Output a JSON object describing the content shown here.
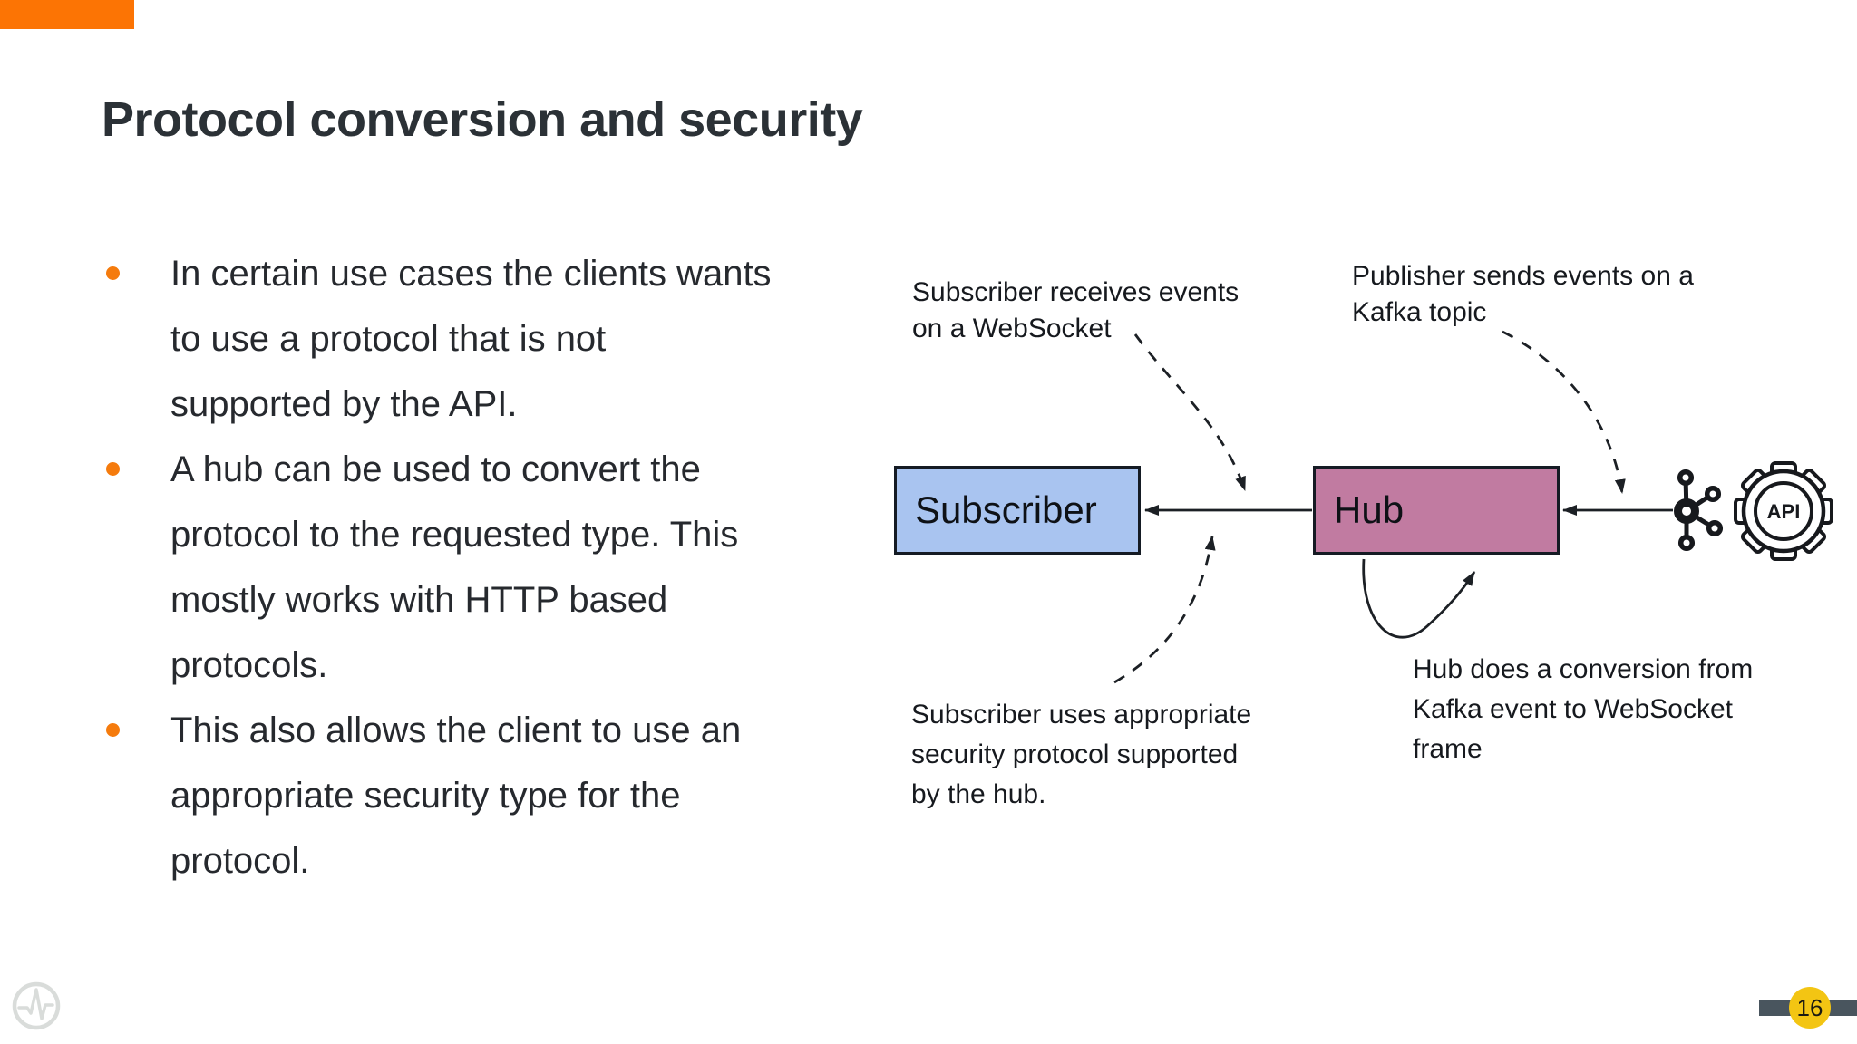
{
  "slide": {
    "title": "Protocol conversion and security",
    "bullets": [
      {
        "lines": [
          "In certain use cases the clients wants",
          "to use a protocol that is not",
          "supported by the API."
        ]
      },
      {
        "lines": [
          "A hub can be used to convert the",
          "protocol to the requested type. This",
          "mostly works with HTTP based",
          "protocols."
        ]
      },
      {
        "lines": [
          "This also allows the client to use an",
          "appropriate security type for the",
          "protocol."
        ]
      }
    ]
  },
  "diagram": {
    "nodes": [
      {
        "id": "subscriber",
        "label": "Subscriber",
        "fill": "#a9c4f0"
      },
      {
        "id": "hub",
        "label": "Hub",
        "fill": "#c17ba1"
      }
    ],
    "annotations": [
      {
        "id": "websocket",
        "lines": [
          "Subscriber receives events",
          "on a WebSocket"
        ]
      },
      {
        "id": "kafka-topic",
        "lines": [
          "Publisher sends events on a",
          "Kafka topic"
        ]
      },
      {
        "id": "security",
        "lines": [
          "Subscriber uses appropriate",
          "security protocol supported",
          "by the hub."
        ]
      },
      {
        "id": "conversion",
        "lines": [
          "Hub does a conversion from",
          "Kafka event to WebSocket",
          "frame"
        ]
      }
    ],
    "api_label": "API",
    "icons": [
      "kafka-icon",
      "api-gear-icon",
      "pulse-logo-icon"
    ]
  },
  "footer": {
    "page_number": "16"
  },
  "colors": {
    "accent_orange": "#fc7404",
    "bullet_dot_orange": "#f57b0d",
    "title_text": "#2b3136",
    "subscriber_fill": "#a9c4f0",
    "hub_fill": "#c17ba1",
    "stroke_dark": "#1c2025",
    "footer_bar": "#49555e",
    "page_badge_yellow": "#f3c513",
    "logo_gray": "#d9dcda"
  }
}
